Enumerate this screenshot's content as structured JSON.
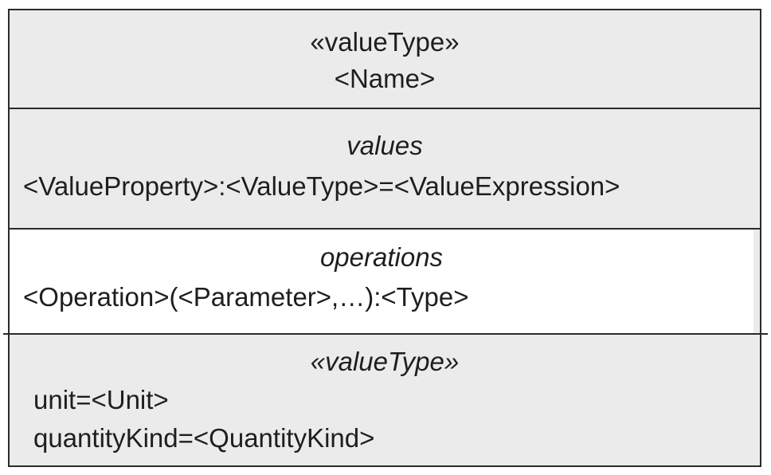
{
  "name_compartment": {
    "stereotype": "«valueType»",
    "name": "<Name>"
  },
  "values_compartment": {
    "heading": "values",
    "entry": "<ValueProperty>:<ValueType>=<ValueExpression>"
  },
  "operations_compartment": {
    "heading": "operations",
    "entry": "<Operation>(<Parameter>,…):<Type>"
  },
  "stereotype_compartment": {
    "heading": "«valueType»",
    "properties": [
      "unit=<Unit>",
      "quantityKind=<QuantityKind>"
    ]
  },
  "colors": {
    "compartment_fill": "#ebebeb",
    "operations_fill": "#ffffff",
    "border": "#2b2b2b",
    "text": "#1e1e1e"
  }
}
